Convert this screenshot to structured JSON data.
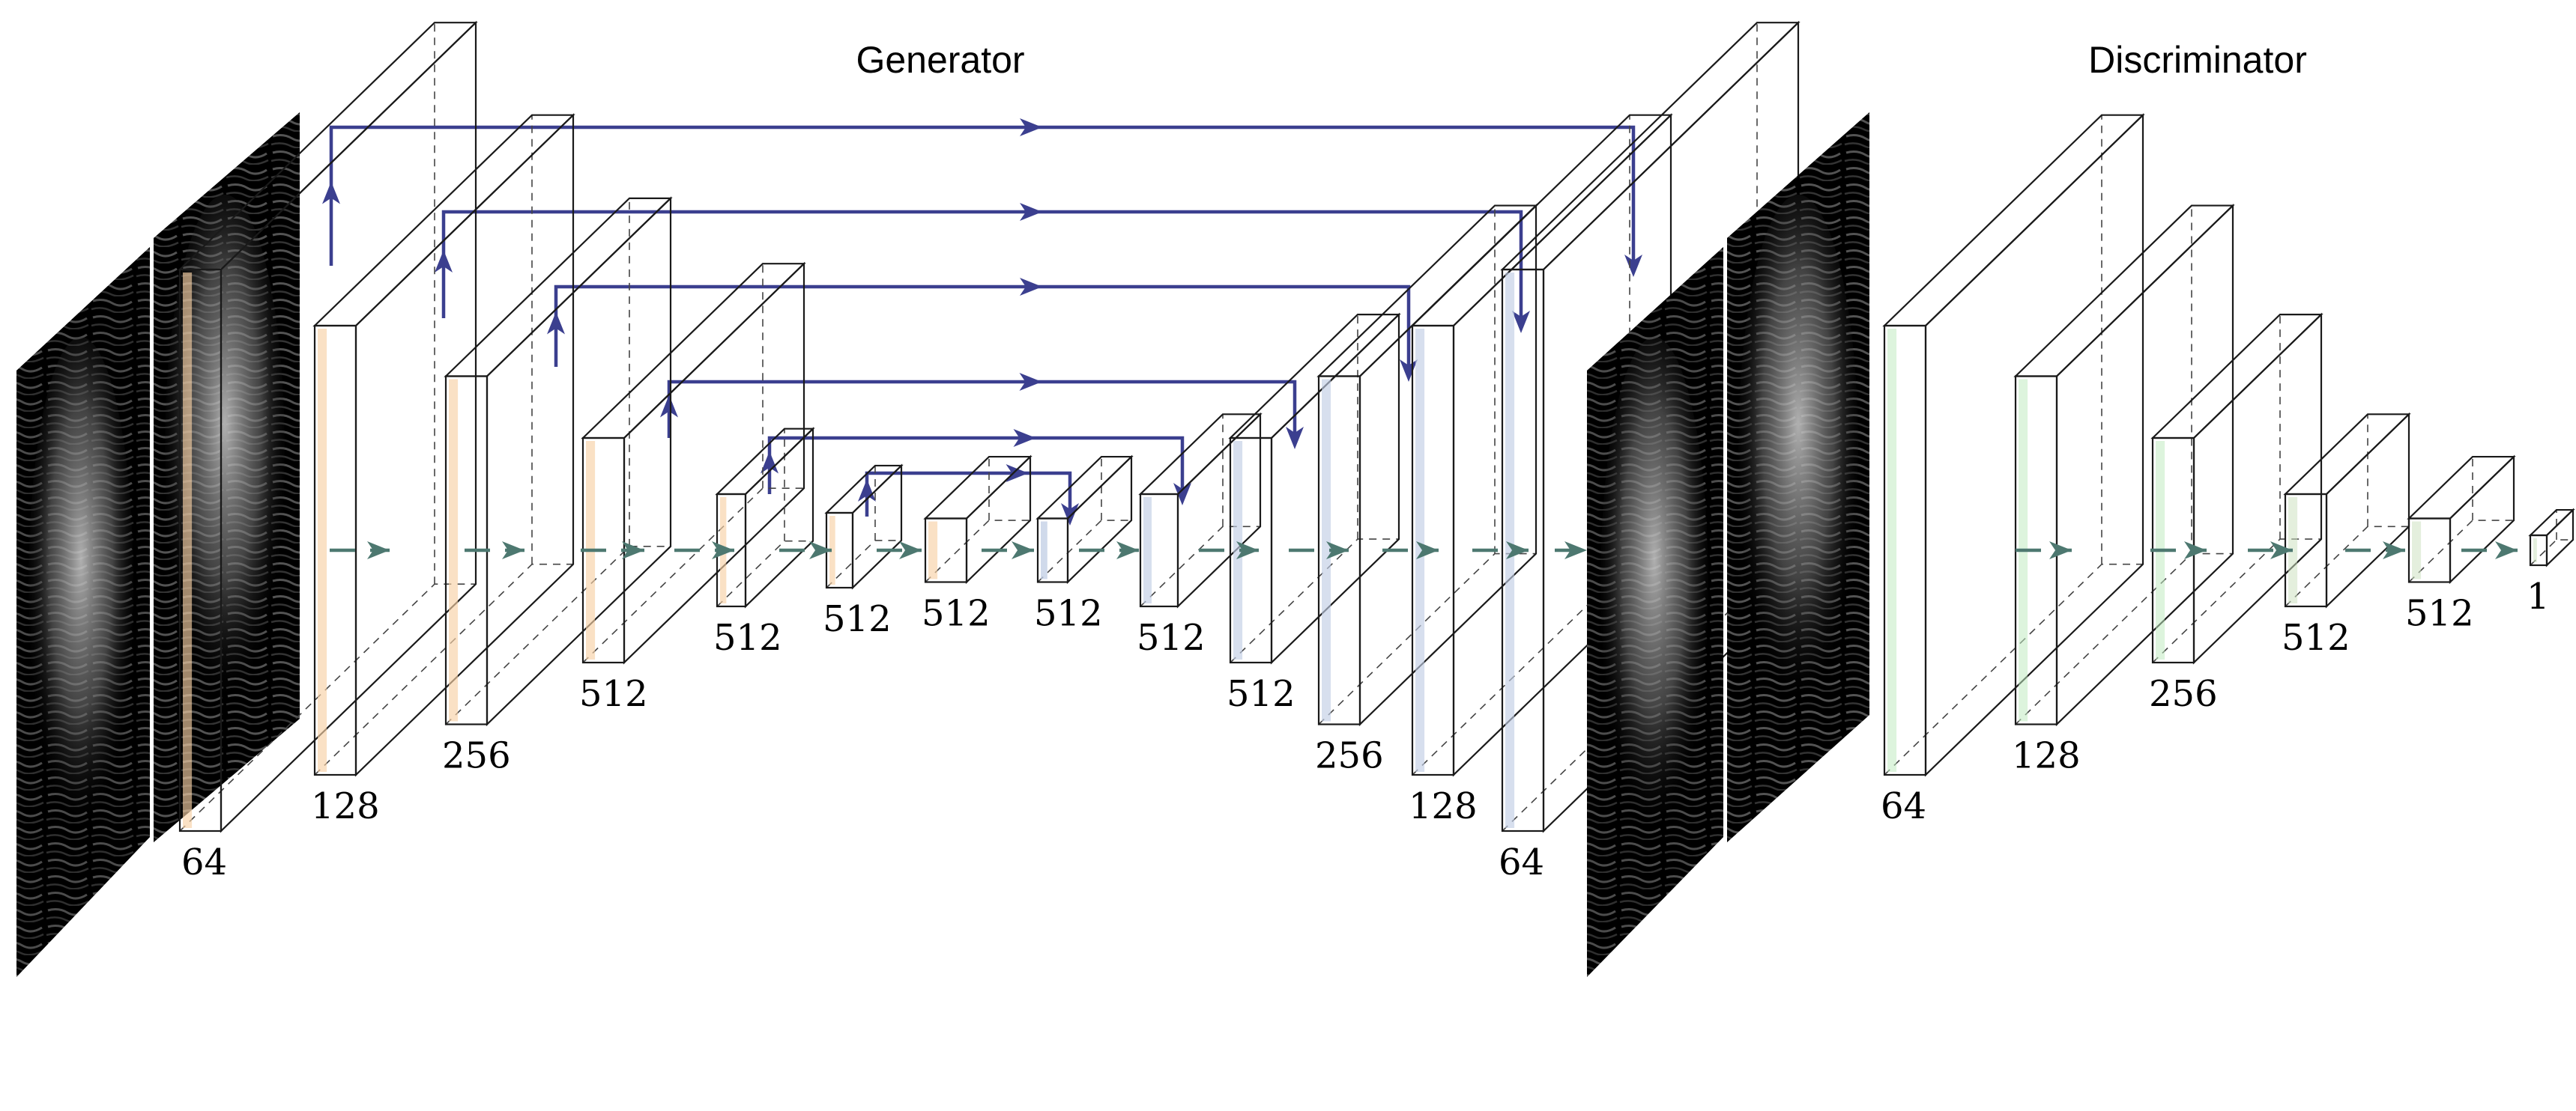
{
  "titles": {
    "generator": "Generator",
    "discriminator": "Discriminator"
  },
  "colors": {
    "encoder": "#f2ab5e",
    "decoder": "#8fa6cf",
    "discriminator": "#8fd88f",
    "discriminator_late": "#a6c98c",
    "skip_arrow": "#3b3f8f",
    "flow_arrow": "#4d7870",
    "mri_background": "#000000"
  },
  "images": [
    {
      "name": "input-mri-a",
      "description_icon": "mri-slice-icon"
    },
    {
      "name": "input-mri-b",
      "description_icon": "mri-slice-icon"
    },
    {
      "name": "output-mri-a",
      "description_icon": "mri-slice-icon"
    },
    {
      "name": "output-mri-b",
      "description_icon": "mri-slice-icon"
    }
  ],
  "encoder_blocks": [
    {
      "label": "64"
    },
    {
      "label": "128"
    },
    {
      "label": "256"
    },
    {
      "label": "512"
    },
    {
      "label": "512"
    },
    {
      "label": "512"
    },
    {
      "label": "512"
    }
  ],
  "bottleneck_block": {
    "label": "512"
  },
  "decoder_blocks": [
    {
      "label": "512"
    },
    {
      "label": "512"
    },
    {
      "label": "256"
    },
    {
      "label": "128"
    },
    {
      "label": "64"
    }
  ],
  "discriminator_blocks": [
    {
      "label": "64"
    },
    {
      "label": "128"
    },
    {
      "label": "256"
    },
    {
      "label": "512"
    },
    {
      "label": "512"
    },
    {
      "label": "1"
    }
  ]
}
